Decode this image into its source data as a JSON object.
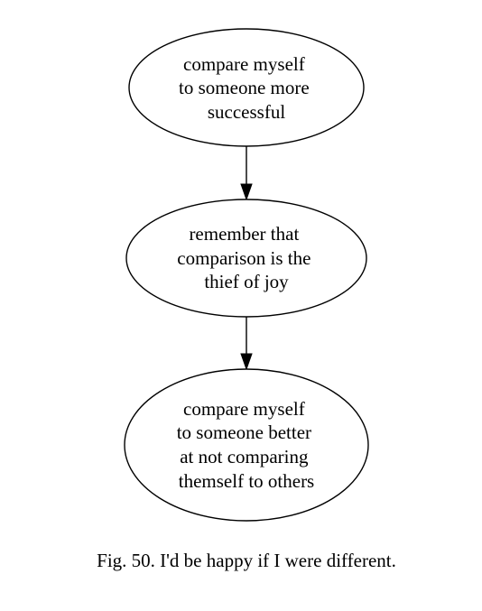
{
  "diagram": {
    "type": "flowchart",
    "nodes": [
      {
        "id": "n1",
        "shape": "ellipse",
        "lines": [
          "compare myself",
          "to someone more",
          "successful"
        ]
      },
      {
        "id": "n2",
        "shape": "ellipse",
        "lines": [
          "remember that",
          "comparison is the",
          "thief of joy"
        ]
      },
      {
        "id": "n3",
        "shape": "ellipse",
        "lines": [
          "compare myself",
          "to someone better",
          "at not comparing",
          "themself to others"
        ]
      }
    ],
    "edges": [
      {
        "from": "n1",
        "to": "n2"
      },
      {
        "from": "n2",
        "to": "n3"
      }
    ]
  },
  "caption": "Fig. 50. I'd be happy if I were different."
}
